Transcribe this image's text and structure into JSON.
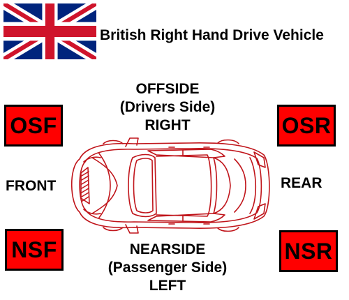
{
  "title": "British Right Hand Drive Vehicle",
  "offside": {
    "line1": "OFFSIDE",
    "line2": "(Drivers Side)",
    "line3": "RIGHT"
  },
  "nearside": {
    "line1": "NEARSIDE",
    "line2": "(Passenger Side)",
    "line3": "LEFT"
  },
  "ends": {
    "front": "FRONT",
    "rear": "REAR"
  },
  "corners": {
    "osf": "OSF",
    "osr": "OSR",
    "nsf": "NSF",
    "nsr": "NSR"
  },
  "colors": {
    "box_fill": "#ff0000",
    "car_line": "#c0151b",
    "flag_red": "#cf142b",
    "flag_blue": "#00247d"
  },
  "icons": {
    "flag": "union-jack-flag",
    "car": "car-top-view-outline"
  }
}
